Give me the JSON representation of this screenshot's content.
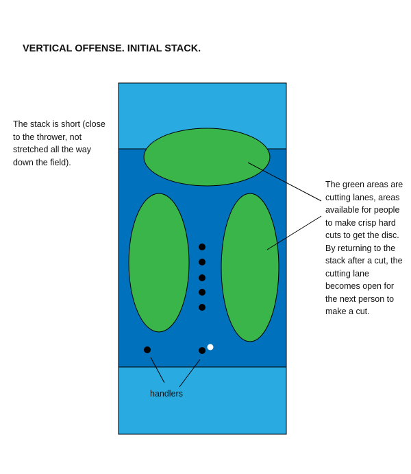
{
  "title": "VERTICAL OFFENSE. INITIAL STACK.",
  "left_note": "The stack is short (close to the thrower, not stretched all the way down the field).",
  "right_note": "The green areas are cutting lanes, areas available for people to make crisp hard cuts to get the disc. By returning to the stack after a cut, the cutting lane becomes open for the next person to make a cut.",
  "handlers_label": "handlers",
  "colors": {
    "endzone": "#29abe2",
    "field": "#0071bc",
    "lane": "#39b54a",
    "player": "#000000",
    "disc": "#ffffff"
  }
}
